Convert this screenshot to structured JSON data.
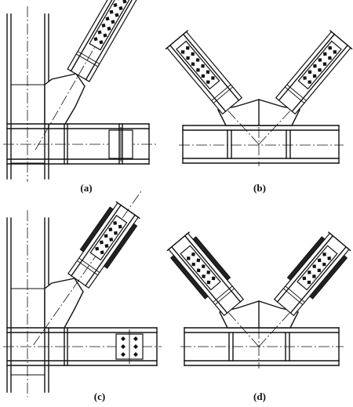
{
  "captions": {
    "a": "(a)",
    "b": "(b)",
    "c": "(c)",
    "d": "(d)"
  },
  "icons": {
    "bolt": "bolt-icon",
    "weld": "weld-icon"
  },
  "colors": {
    "line": "#111111",
    "background": "#ffffff"
  }
}
